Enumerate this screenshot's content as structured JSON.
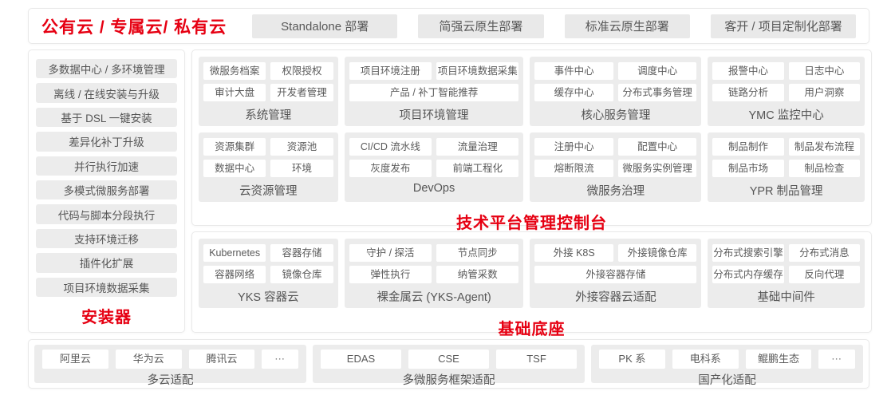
{
  "colors": {
    "accent_red": "#e60012",
    "panel_gray": "#ececec",
    "chip_white": "#ffffff",
    "text_gray": "#5a5a5a"
  },
  "topbar": {
    "title": "公有云 / 专属云/ 私有云",
    "buttons": [
      "Standalone 部署",
      "简强云原生部署",
      "标准云原生部署",
      "客开 / 项目定制化部署"
    ]
  },
  "sidebar": {
    "items": [
      "多数据中心 / 多环境管理",
      "离线 / 在线安装与升级",
      "基于 DSL 一键安装",
      "差异化补丁升级",
      "并行执行加速",
      "多模式微服务部署",
      "代码与脚本分段执行",
      "支持环境迁移",
      "插件化扩展",
      "项目环境数据采集"
    ],
    "label": "安装器"
  },
  "platform": {
    "label": "技术平台管理控制台",
    "groups": [
      {
        "name": "系统管理",
        "rows": [
          [
            "微服务档案",
            "权限授权"
          ],
          [
            "审计大盘",
            "开发者管理"
          ]
        ]
      },
      {
        "name": "项目环境管理",
        "rows": [
          [
            "项目环境注册",
            "项目环境数据采集"
          ],
          [
            "产品 / 补丁智能推荐"
          ]
        ]
      },
      {
        "name": "核心服务管理",
        "rows": [
          [
            "事件中心",
            "调度中心"
          ],
          [
            "缓存中心",
            "分布式事务管理"
          ]
        ]
      },
      {
        "name": "YMC 监控中心",
        "rows": [
          [
            "报警中心",
            "日志中心"
          ],
          [
            "链路分析",
            "用户洞察"
          ]
        ]
      },
      {
        "name": "云资源管理",
        "rows": [
          [
            "资源集群",
            "资源池"
          ],
          [
            "数据中心",
            "环境"
          ]
        ]
      },
      {
        "name": "DevOps",
        "rows": [
          [
            "CI/CD 流水线",
            "流量治理"
          ],
          [
            "灰度发布",
            "前端工程化"
          ]
        ]
      },
      {
        "name": "微服务治理",
        "rows": [
          [
            "注册中心",
            "配置中心"
          ],
          [
            "熔断限流",
            "微服务实例管理"
          ]
        ]
      },
      {
        "name": "YPR 制品管理",
        "rows": [
          [
            "制品制作",
            "制品发布流程"
          ],
          [
            "制品市场",
            "制品检查"
          ]
        ]
      }
    ]
  },
  "base": {
    "label": "基础底座",
    "groups": [
      {
        "name": "YKS 容器云",
        "rows": [
          [
            "Kubernetes",
            "容器存储"
          ],
          [
            "容器网络",
            "镜像仓库"
          ]
        ]
      },
      {
        "name": "裸金属云 (YKS-Agent)",
        "rows": [
          [
            "守护 / 探活",
            "节点同步"
          ],
          [
            "弹性执行",
            "纳管采数"
          ]
        ]
      },
      {
        "name": "外接容器云适配",
        "rows": [
          [
            "外接 K8S",
            "外接镜像仓库"
          ],
          [
            "外接容器存储"
          ]
        ]
      },
      {
        "name": "基础中间件",
        "rows": [
          [
            "分布式搜索引擎",
            "分布式消息"
          ],
          [
            "分布式内存缓存",
            "反向代理"
          ]
        ]
      }
    ]
  },
  "bottom": {
    "groups": [
      {
        "name": "多云适配",
        "items": [
          "阿里云",
          "华为云",
          "腾讯云",
          "⋯"
        ]
      },
      {
        "name": "多微服务框架适配",
        "items": [
          "EDAS",
          "CSE",
          "TSF"
        ]
      },
      {
        "name": "国产化适配",
        "items": [
          "PK 系",
          "电科系",
          "鲲鹏生态",
          "⋯"
        ]
      }
    ]
  }
}
